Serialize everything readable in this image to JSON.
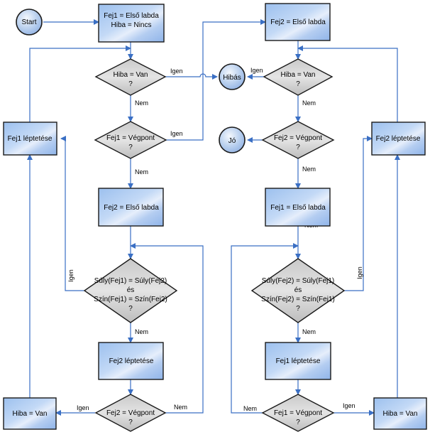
{
  "nodes": {
    "start": "Start",
    "fej1_init_1": "Fej1 = Első labda",
    "fej1_init_2": "Hiba = Nincs",
    "hiba_check_left": [
      "Hiba = Van",
      "?"
    ],
    "fej1_vegpont": [
      "Fej1 = Végpont",
      "?"
    ],
    "fej2_elso": "Fej2 = Első labda",
    "compare_left": [
      "Súly(Fej1) = Súly(Fej2)",
      "és",
      "Szín(Fej1) = Szín(Fej2)",
      "?"
    ],
    "fej2_lep_left": "Fej2 léptetése",
    "fej2_vegpont_left": [
      "Fej2 = Végpont",
      "?"
    ],
    "hiba_van_left": "Hiba = Van",
    "fej1_lep_left": "Fej1 léptetése",
    "fej2_top_right": "Fej2 = Első labda",
    "hibas": "Hibás",
    "hiba_check_right": [
      "Hiba = Van",
      "?"
    ],
    "jo": "Jó",
    "fej2_vegpont_right": [
      "Fej2 = Végpont",
      "?"
    ],
    "fej1_elso": "Fej1 = Első labda",
    "compare_right": [
      "Súly(Fej2) = Súly(Fej1)",
      "és",
      "Szín(Fej2) = Szín(Fej1)",
      "?"
    ],
    "fej1_lep_right": "Fej1 léptetése",
    "fej1_vegpont_right": [
      "Fej1 = Végpont",
      "?"
    ],
    "hiba_van_right": "Hiba = Van",
    "fej2_lep_right": "Fej2 léptetése"
  },
  "edge_labels": {
    "igen_hiba_left": "Igen",
    "nem_hiba_left": "Nem",
    "igen_fej1_vegpont": "Igen",
    "nem_fej1_vegpont": "Nem",
    "igen_compare_left": "Igen",
    "nem_compare_left": "Nem",
    "igen_fej2_vegpont_left": "Igen",
    "nem_fej2_vegpont_left": "Nem",
    "igen_hiba_right": "Igen",
    "nem_hiba_right": "Nem",
    "nem_fej2_vegpont_right": "Nem",
    "nem_extra_right": "Nem",
    "igen_compare_right": "Igen",
    "nem_compare_right": "Nem",
    "nem_fej1_vegpont_right": "Nem",
    "igen_fej1_vegpont_right": "Igen"
  }
}
